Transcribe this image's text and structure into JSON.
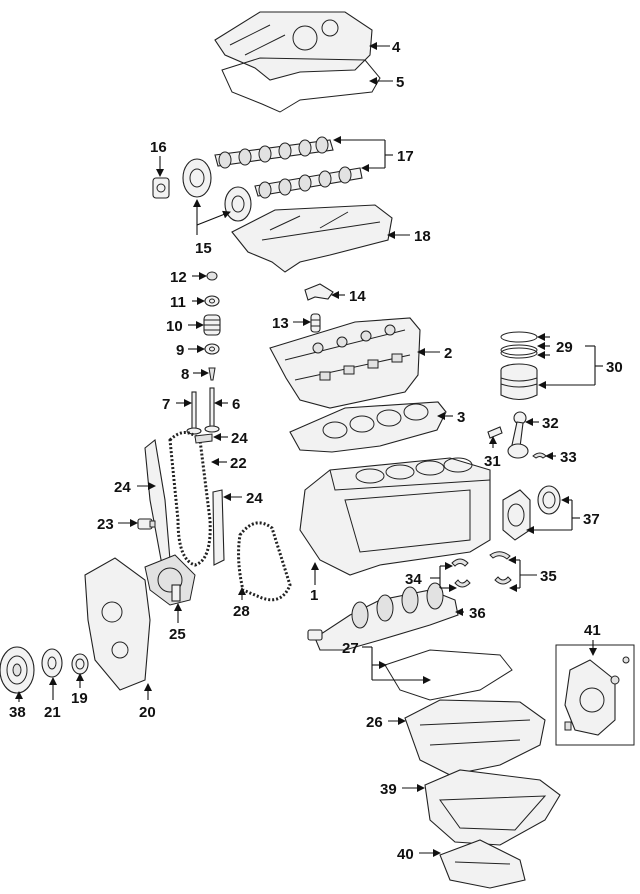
{
  "callouts": {
    "c1": "1",
    "c2": "2",
    "c3": "3",
    "c4": "4",
    "c5": "5",
    "c6": "6",
    "c7": "7",
    "c8": "8",
    "c9": "9",
    "c10": "10",
    "c11": "11",
    "c12": "12",
    "c13": "13",
    "c14": "14",
    "c15": "15",
    "c16": "16",
    "c17": "17",
    "c18": "18",
    "c19": "19",
    "c20": "20",
    "c21": "21",
    "c22": "22",
    "c23": "23",
    "c24a": "24",
    "c24b": "24",
    "c24c": "24",
    "c25": "25",
    "c26": "26",
    "c27": "27",
    "c28": "28",
    "c29": "29",
    "c30": "30",
    "c31": "31",
    "c32": "32",
    "c33": "33",
    "c34": "34",
    "c35": "35",
    "c36": "36",
    "c37": "37",
    "c38": "38",
    "c39": "39",
    "c40": "40",
    "c41": "41"
  },
  "colors": {
    "line": "#111111",
    "fill": "#f2f2f2",
    "shade": "#e2e2e2"
  }
}
